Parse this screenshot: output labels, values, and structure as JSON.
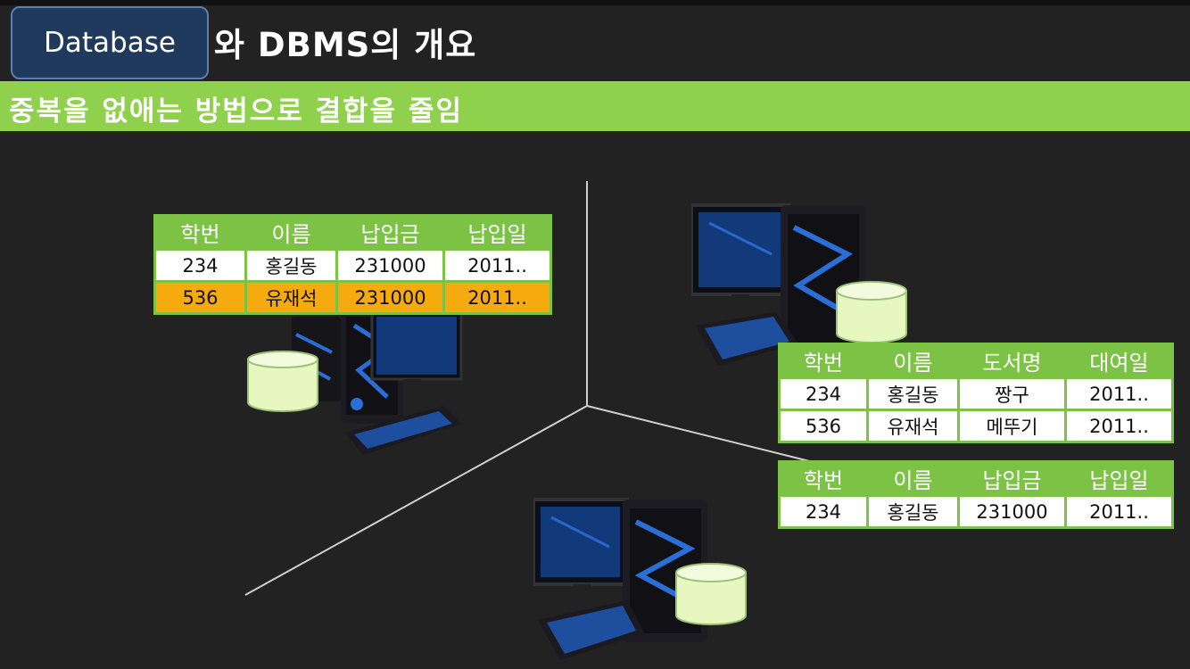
{
  "header": {
    "badge_label": "Database",
    "title_rest": "와 DBMS의 개요",
    "subtitle": "중복을 없애는 방법으로 결합을 줄임"
  },
  "tables": {
    "payments_left": {
      "headers": [
        "학번",
        "이름",
        "납입금",
        "납입일"
      ],
      "rows": [
        [
          "234",
          "홍길동",
          "231000",
          "2011.."
        ],
        [
          "536",
          "유재석",
          "231000",
          "2011.."
        ]
      ],
      "highlighted_row": 1
    },
    "rental_right": {
      "headers": [
        "학번",
        "이름",
        "도서명",
        "대여일"
      ],
      "rows": [
        [
          "234",
          "홍길동",
          "짱구",
          "2011.."
        ],
        [
          "536",
          "유재석",
          "메뚜기",
          "2011.."
        ]
      ]
    },
    "payments_right": {
      "headers": [
        "학번",
        "이름",
        "납입금",
        "납입일"
      ],
      "rows": [
        [
          "234",
          "홍길동",
          "231000",
          "2011.."
        ]
      ]
    }
  },
  "colors": {
    "accent_green": "#8fd04c",
    "table_green": "#7cc245",
    "highlight_orange": "#f5aa0e",
    "badge_blue": "#1f3a5c",
    "cylinder_fill": "#e6f7c0"
  },
  "icons": [
    "computer-tower-icon",
    "database-cylinder-icon"
  ]
}
